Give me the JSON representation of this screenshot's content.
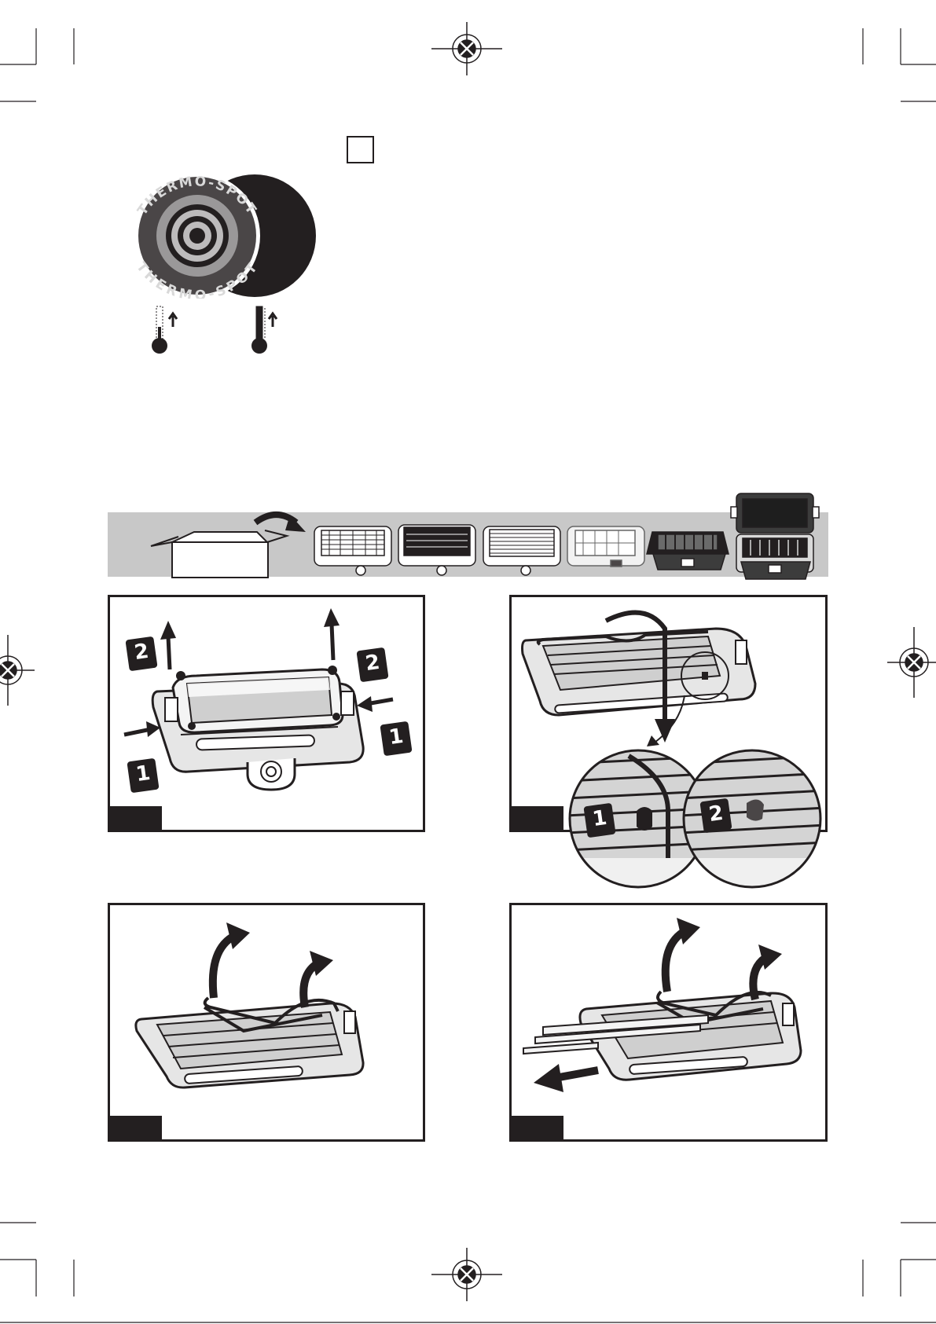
{
  "thermo_spot": {
    "ring_text_top": "THERMO-SPOT",
    "ring_text_bottom": "THERMO-SPOT"
  },
  "steps": {
    "one": "1",
    "two": "2"
  },
  "colors": {
    "ink": "#231f20",
    "band_grey": "#c8c8c8",
    "metal_light": "#e6e6e6",
    "metal_mid": "#b8b8b8"
  },
  "icons": {
    "thermo_left": "thermometer-rising-icon",
    "thermo_right": "thermometer-rising-icon",
    "registration": "registration-mark-icon"
  }
}
